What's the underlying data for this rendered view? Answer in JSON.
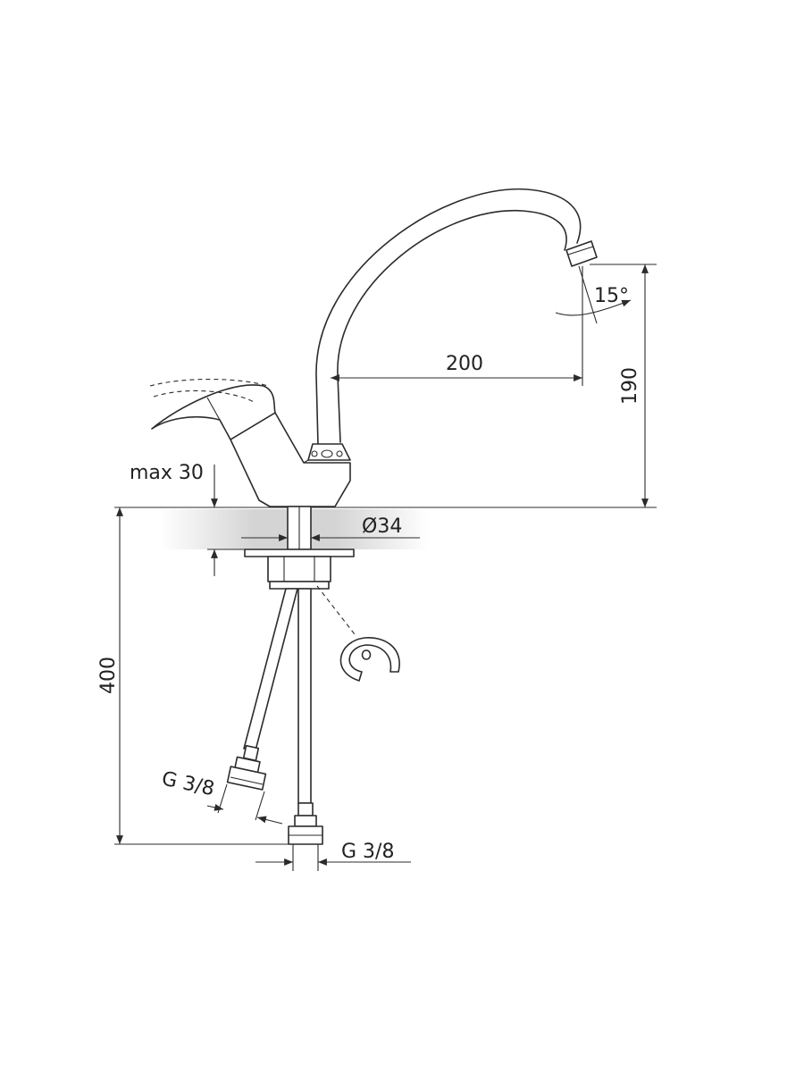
{
  "dimensions": {
    "spout_reach": "200",
    "spout_height": "190",
    "spout_angle": "15°",
    "max_counter_thickness": "max 30",
    "mount_hole_diameter": "Ø34",
    "hose_length": "400",
    "hot_connection": "G 3/8",
    "cold_connection": "G 3/8"
  },
  "colors": {
    "line": "#2b2b2b",
    "countertop_shade": "#cfcfcf"
  }
}
